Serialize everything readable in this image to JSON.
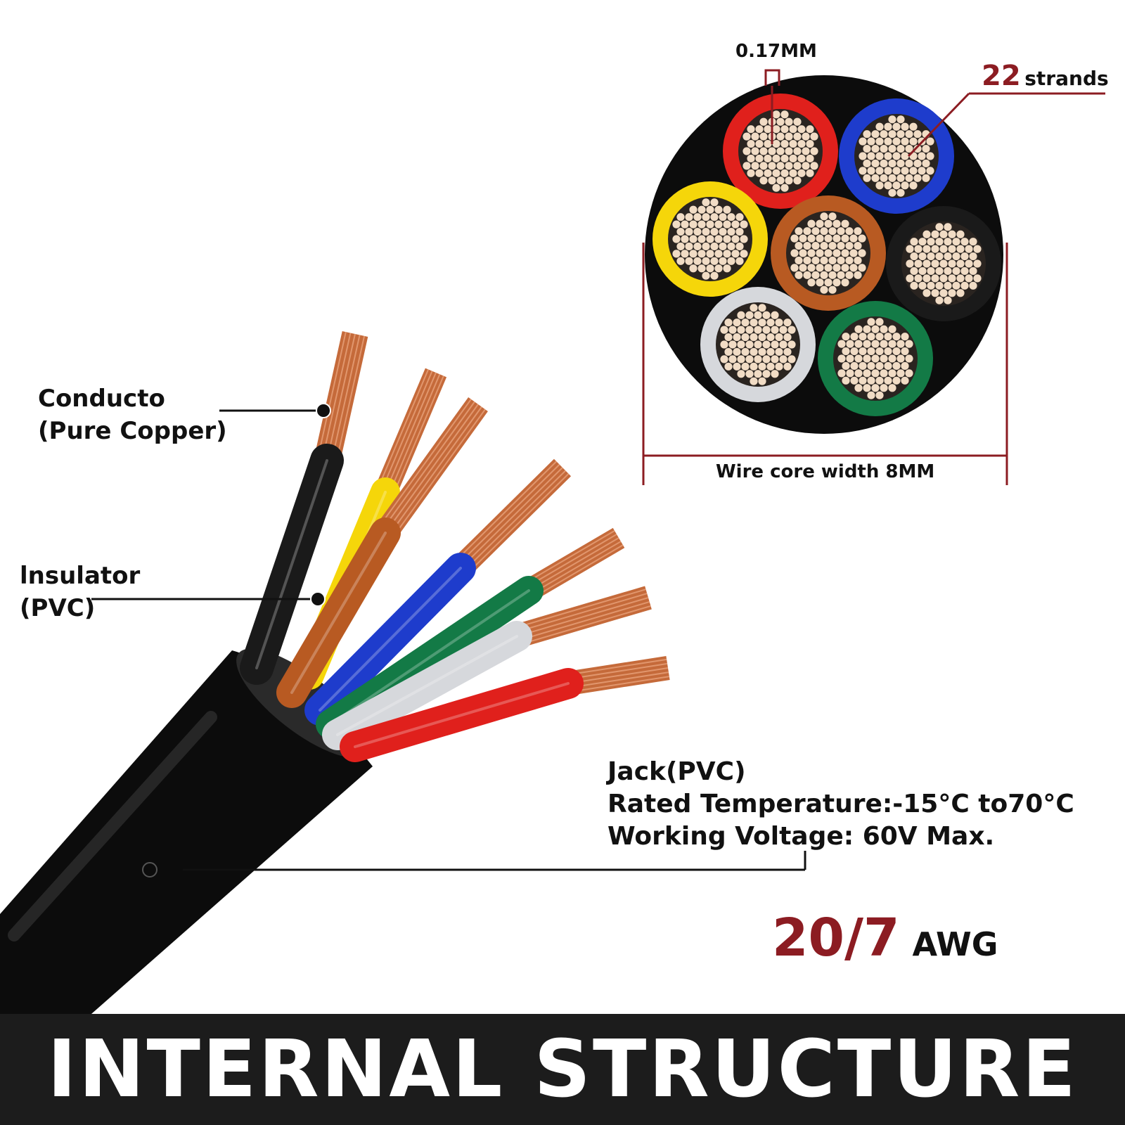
{
  "colors": {
    "accent": "#8c1c22",
    "jacket": "#0c0c0c",
    "copper": "#c56a3a",
    "title_bar": "#1c1c1c",
    "cores": [
      "#e0201c",
      "#1e3ccc",
      "#f5d60a",
      "#b85a22",
      "#1a1a1a",
      "#d6d8dc",
      "#137a46"
    ]
  },
  "labels": {
    "conductor_line1": "Conducto",
    "conductor_line2": "(Pure Copper)",
    "insulator_line1": "lnsulator",
    "insulator_line2": "(PVC)",
    "jacket_line1": "Jack(PVC)",
    "jacket_line2": "Rated Temperature:-15°C to70°C",
    "jacket_line3": "Working Voltage: 60V Max."
  },
  "cross_section": {
    "strand_diameter": "0.17MM",
    "strand_count_number": "22",
    "strand_count_unit": "strands",
    "core_width": "Wire core width 8MM"
  },
  "gauge": {
    "number": "20/7",
    "unit": "AWG"
  },
  "title": "INTERNAL STRUCTURE"
}
